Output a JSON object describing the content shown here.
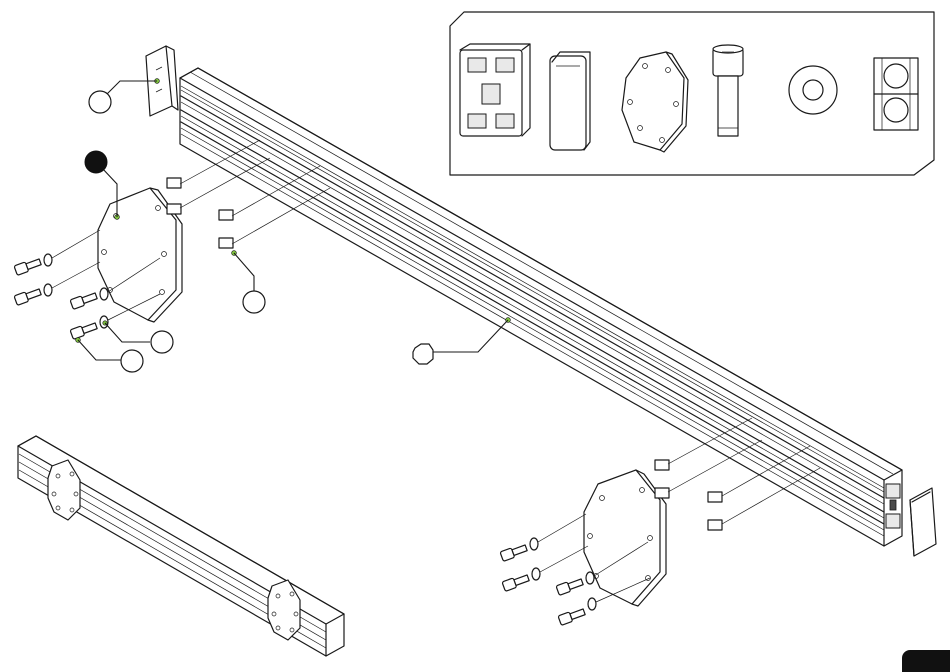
{
  "diagram": {
    "parts_legend": [
      "extrusion-profile",
      "end-cap",
      "mounting-plate",
      "socket-head-bolt",
      "washer",
      "t-nut"
    ],
    "callouts": [
      {
        "id": "end-cap-callout",
        "filled": false,
        "label": ""
      },
      {
        "id": "plate-callout",
        "filled": true,
        "label": ""
      },
      {
        "id": "t-nut-callout",
        "filled": false,
        "label": ""
      },
      {
        "id": "washer-callout",
        "filled": false,
        "label": ""
      },
      {
        "id": "bolt-callout",
        "filled": false,
        "label": ""
      },
      {
        "id": "extrusion-callout",
        "filled": false,
        "label": ""
      }
    ],
    "colors": {
      "stroke": "#1a1a1a",
      "highlight": "#7dbf3e",
      "tab": "#111111"
    }
  }
}
